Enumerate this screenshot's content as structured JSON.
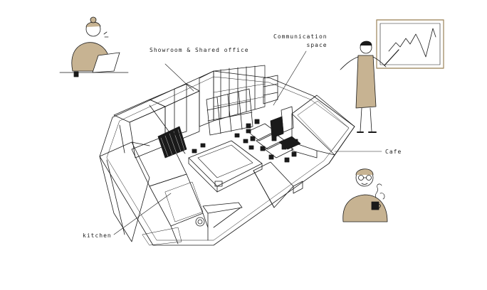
{
  "labels": {
    "showroom": "Showroom & Shared office",
    "communication_line1": "Communication",
    "communication_line2": "space",
    "cafe": "Cafe",
    "kitchen": "kitchen"
  },
  "colors": {
    "ink": "#1a1a1a",
    "tan": "#c7b392",
    "tan_dark": "#a8936f",
    "skin": "#ffffff",
    "paper": "#ffffff"
  },
  "figures": [
    {
      "role": "person-at-laptop",
      "icon": "woman-laptop-icon"
    },
    {
      "role": "presenter",
      "icon": "woman-presenting-icon"
    },
    {
      "role": "coffee-drinker",
      "icon": "woman-coffee-icon"
    }
  ]
}
